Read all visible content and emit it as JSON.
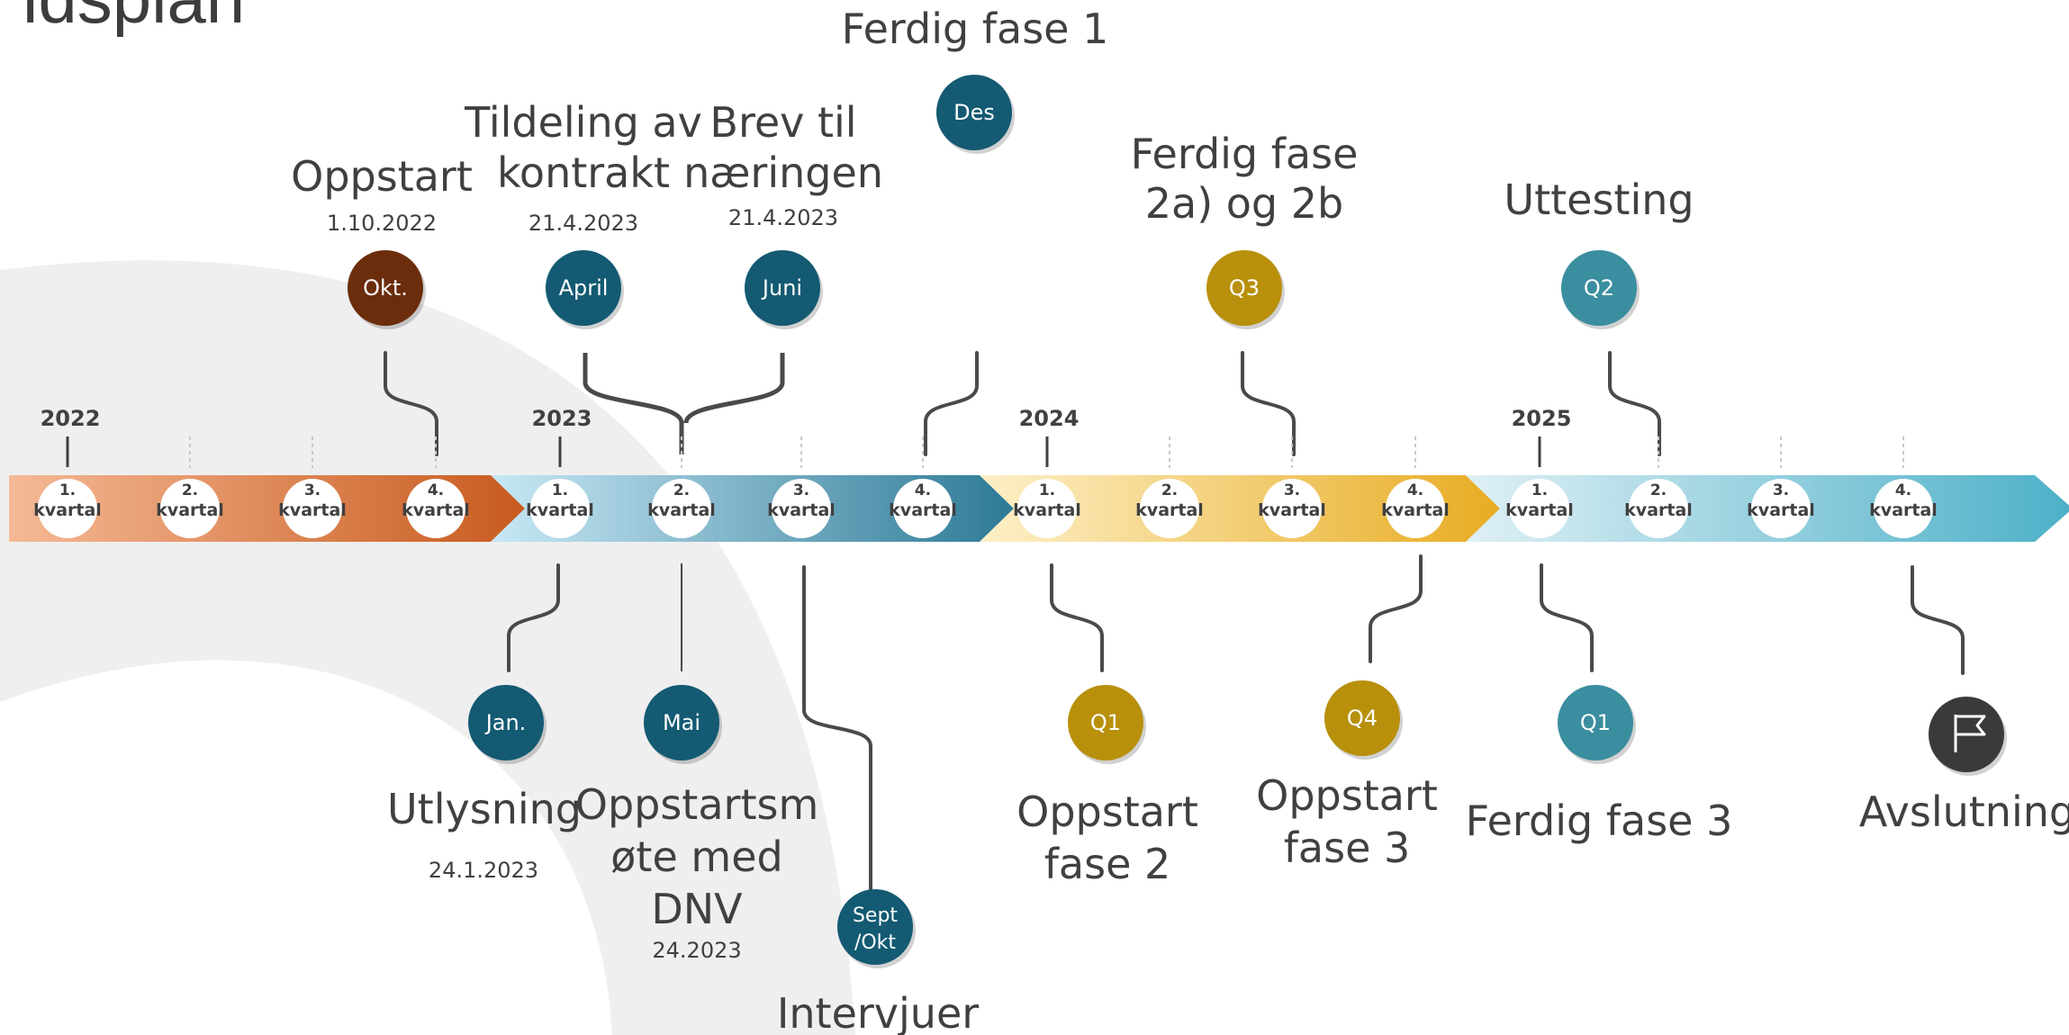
{
  "page": {
    "title": "idsplan"
  },
  "quarter_label_line1": [
    "1.",
    "2.",
    "3.",
    "4."
  ],
  "quarter_label_line2": "kvartal",
  "years": [
    {
      "label": "2022",
      "from": "#f5b995",
      "to": "#c85a1e"
    },
    {
      "label": "2023",
      "from": "#c8e8f5",
      "to": "#2d7a96"
    },
    {
      "label": "2024",
      "from": "#fdf0c8",
      "to": "#e8ac22"
    },
    {
      "label": "2025",
      "from": "#dff0f5",
      "to": "#4cb0c8"
    }
  ],
  "milestones_above": [
    {
      "label": "Okt.",
      "color": "#6b2d0c",
      "lines": [
        "Oppstart"
      ],
      "date": "1.10.2022"
    },
    {
      "label": "April",
      "color": "#135a72",
      "lines": [
        "Tildeling av",
        "kontrakt"
      ],
      "date": "21.4.2023"
    },
    {
      "label": "Juni",
      "color": "#135a72",
      "lines": [
        "Brev til",
        "næringen"
      ],
      "date": "21.4.2023"
    },
    {
      "label": "Des",
      "color": "#135a72",
      "lines": [
        "Ferdig fase 1"
      ],
      "date": ""
    },
    {
      "label": "Q3",
      "color": "#b8900c",
      "lines": [
        "Ferdig fase",
        "2a) og 2b"
      ],
      "date": ""
    },
    {
      "label": "Q2",
      "color": "#3a8ea0",
      "lines": [
        "Uttesting"
      ],
      "date": ""
    }
  ],
  "milestones_below": [
    {
      "label": "Jan.",
      "color": "#135a72",
      "lines": [
        "Utlysning"
      ],
      "date": "24.1.2023"
    },
    {
      "label": "Mai",
      "color": "#135a72",
      "lines": [
        "Oppstartsm",
        "øte med",
        "DNV"
      ],
      "date": "24.2023"
    },
    {
      "label": "Sept\n/Okt",
      "color": "#135a72",
      "lines": [
        "Intervjuer"
      ],
      "date": ""
    },
    {
      "label": "Q1",
      "color": "#b8900c",
      "lines": [
        "Oppstart",
        "fase 2"
      ],
      "date": ""
    },
    {
      "label": "Q4",
      "color": "#b8900c",
      "lines": [
        "Oppstart",
        "fase 3"
      ],
      "date": ""
    },
    {
      "label": "Q1",
      "color": "#3a8ea0",
      "lines": [
        "Ferdig fase 3"
      ],
      "date": ""
    },
    {
      "label": "flag-icon",
      "color": "#3a3a3a",
      "lines": [
        "Avslutning"
      ],
      "date": ""
    }
  ],
  "colors": {
    "connector": "#4a4a4a",
    "text": "#404040",
    "background_arc": "#efefef"
  }
}
